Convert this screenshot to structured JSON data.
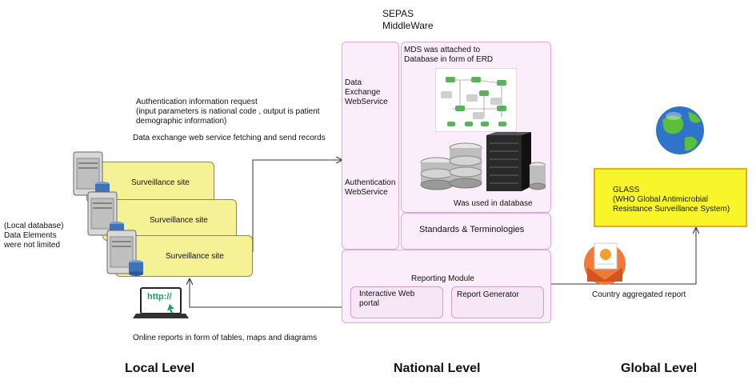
{
  "middleware": {
    "title": "SEPAS",
    "subtitle": "MiddleWare"
  },
  "national": {
    "data_exchange": "Data\nExchange\nWebService",
    "authentication": "Authentication\nWebService",
    "mds_note": "MDS was attached to\nDatabase in form of ERD",
    "db_note": "Was used in database",
    "standards": "Standards & Terminologies",
    "reporting": "Reporting Module",
    "interactive_portal": "Interactive Web\nportal",
    "report_generator": "Report Generator"
  },
  "local": {
    "auth_request": "Authentication information request\n(input parameters is national code , output is patient\ndemographic information)",
    "data_exchange_note": "Data exchange web service fetching and send records",
    "site_label": "Surveillance site",
    "local_db_note": "(Local database)\nData Elements\nwere not limited",
    "http_label": "http://",
    "online_reports": "Online reports in form of tables, maps and diagrams"
  },
  "global": {
    "glass": "GLASS\n(WHO Global Antimicrobial\nResistance Surveillance System)",
    "country_report": "Country aggregated report"
  },
  "levels": {
    "local": "Local Level",
    "national": "National Level",
    "global": "Global Level"
  },
  "colors": {
    "pink_border": "#d9a8d3",
    "site_fill": "#f4f295",
    "glass_fill": "#f8f62a"
  }
}
